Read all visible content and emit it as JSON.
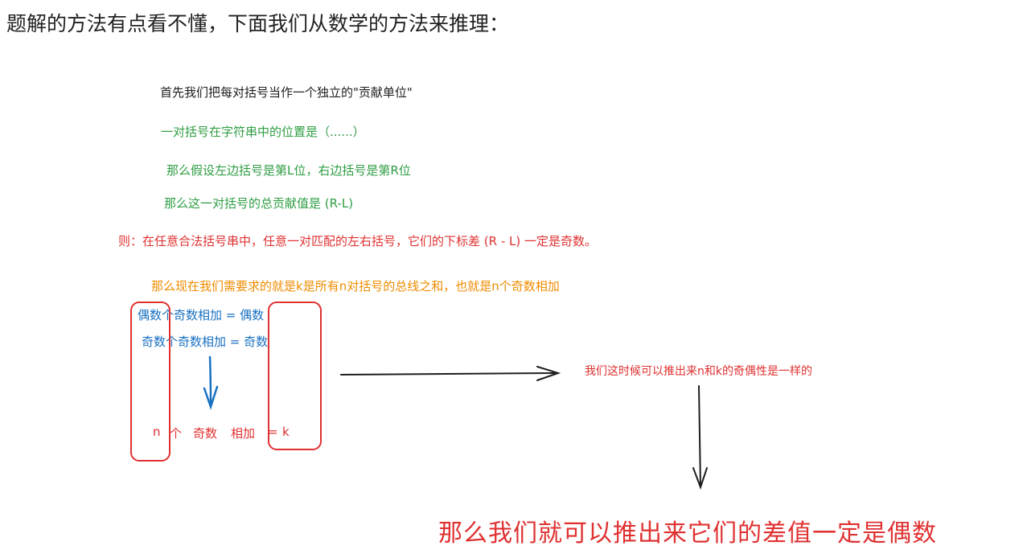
{
  "heading": "题解的方法有点看不懂，下面我们从数学的方法来推理：",
  "lines": {
    "unit": "首先我们把每对括号当作一个独立的\"贡献单位\"",
    "position": "一对括号在字符串中的位置是（......）",
    "assume": "那么假设左边括号是第L位，右边括号是第R位",
    "contribution": "那么这一对括号的总贡献值是 (R-L)",
    "rule": "则：在任意合法括号串中，任意一对匹配的左右括号，它们的下标差 (R - L) 一定是奇数。",
    "sum": "那么现在我们需要求的就是k是所有n对括号的总线之和，也就是n个奇数相加"
  },
  "equations": {
    "even": {
      "count": "偶数",
      "rest": "个奇数相加 =",
      "result": "偶数"
    },
    "odd": {
      "count": "奇数",
      "rest": "个奇数相加 =",
      "result": "奇数"
    },
    "general": {
      "n": "n",
      "ge": "个",
      "qishu": "奇数",
      "xiangjia": "相加",
      "eq": "=",
      "k": "k"
    }
  },
  "parity_note": "我们这时候可以推出来n和k的奇偶性是一样的",
  "conclusion": "那么我们就可以推出来它们的差值一定是偶数",
  "colors": {
    "black": "#1e1e1e",
    "green": "#2f9e44",
    "red": "#e03131",
    "orange": "#f08c00",
    "blue": "#1971c2"
  }
}
